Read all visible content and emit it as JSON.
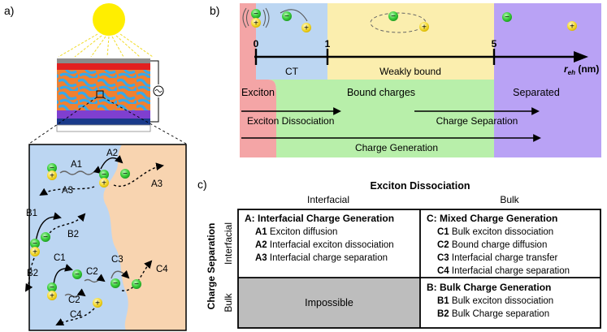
{
  "panels": {
    "a": "a)",
    "b": "b)",
    "c": "c)"
  },
  "panel_a": {
    "particles": {
      "minus": "−",
      "plus": "+"
    },
    "process_labels": [
      "A1",
      "A2",
      "A3",
      "A3",
      "B1",
      "B2",
      "B2",
      "C1",
      "C2",
      "C3",
      "C2",
      "C4",
      "C4"
    ]
  },
  "panel_b": {
    "tick_labels": [
      "0",
      "1",
      "5"
    ],
    "axis_label": "r",
    "axis_subscript": "eh",
    "axis_unit": " (nm)",
    "region_labels": {
      "ct": "CT",
      "weakly_bound": "Weakly bound"
    },
    "state_labels": {
      "exciton": "Exciton",
      "bound": "Bound charges",
      "separated": "Separated"
    },
    "process_arrows": {
      "dissociation": "Exciton Dissociation",
      "separation": "Charge Separation",
      "generation": "Charge Generation"
    },
    "colors": {
      "exciton": "#f4a5a6",
      "ct": "#bcd6f2",
      "weakly": "#fbeeae",
      "bound": "#b8efaa",
      "separated": "#b9a2f5"
    }
  },
  "panel_c": {
    "title": "Exciton Dissociation",
    "col_headers": [
      "Interfacial",
      "Bulk"
    ],
    "row_axis": "Charge Separation",
    "row_headers": [
      "Interfacial",
      "Bulk"
    ],
    "cells": {
      "A": {
        "title": "A: Interfacial Charge Generation",
        "items": [
          [
            "A1",
            "Exciton diffusion"
          ],
          [
            "A2",
            "Interfacial exciton dissociation"
          ],
          [
            "A3",
            "Interfacial charge separation"
          ]
        ]
      },
      "C": {
        "title": "C: Mixed Charge Generation",
        "items": [
          [
            "C1",
            "Bulk exciton dissociation"
          ],
          [
            "C2",
            "Bound charge diffusion"
          ],
          [
            "C3",
            "Interfacial charge transfer"
          ],
          [
            "C4",
            "Interfacial charge separation"
          ]
        ]
      },
      "impossible": "Impossible",
      "B": {
        "title": "B: Bulk Charge Generation",
        "items": [
          [
            "B1",
            "Bulk exciton dissociation"
          ],
          [
            "B2",
            "Bulk Charge separation"
          ]
        ]
      }
    }
  }
}
